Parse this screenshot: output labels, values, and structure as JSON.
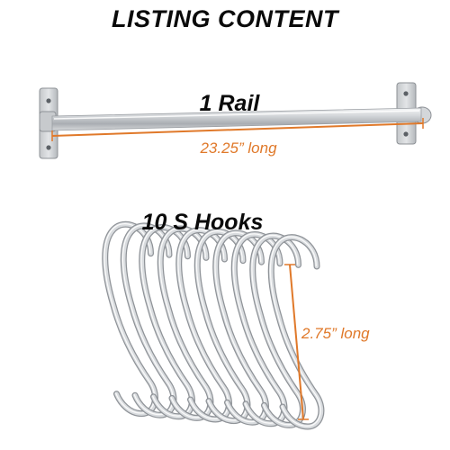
{
  "listing": {
    "title": "LISTING CONTENT"
  },
  "rail": {
    "label": "1 Rail",
    "length": "23.25” long"
  },
  "hooks": {
    "label": "10 S Hooks",
    "count": 10,
    "length": "2.75” long"
  },
  "colors": {
    "measure": "#e0792a",
    "text": "#0a0a0a",
    "metal": "#b9bcc0"
  }
}
